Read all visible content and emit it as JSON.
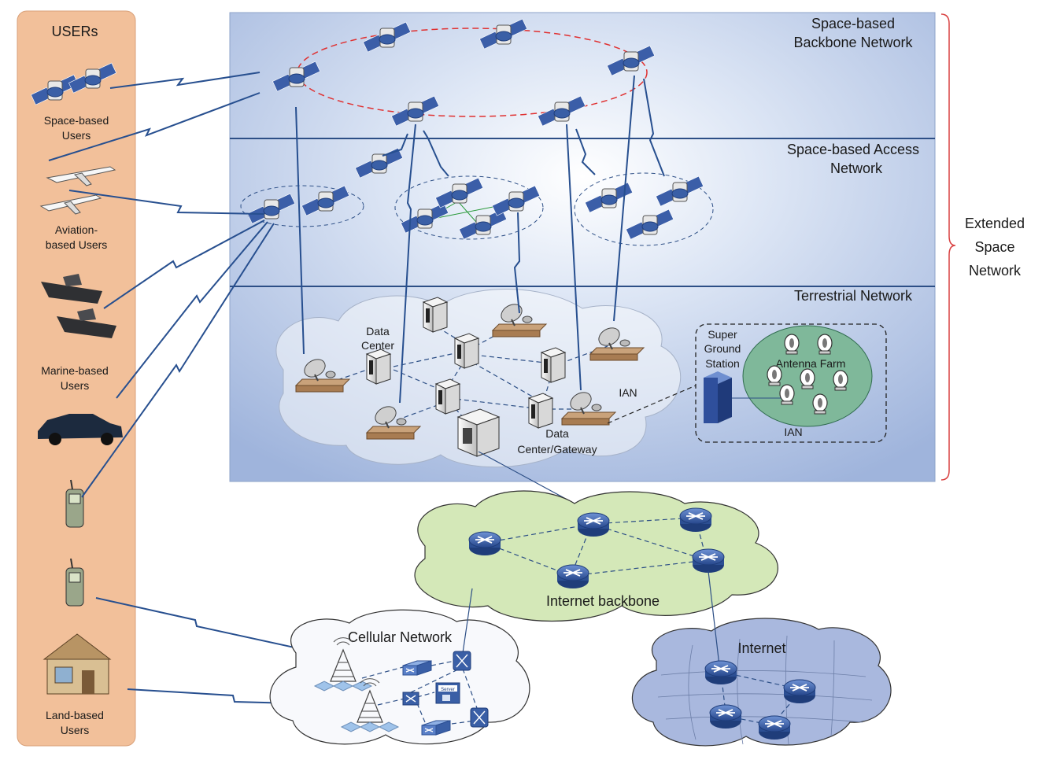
{
  "users_panel": {
    "title": "USERs",
    "groups": [
      {
        "label_lines": [
          "Space-based",
          "Users"
        ]
      },
      {
        "label_lines": [
          "Aviation-",
          "based Users"
        ]
      },
      {
        "label_lines": [
          "Marine-based",
          "Users"
        ]
      },
      {
        "label_lines": [
          "Land-based",
          "Users"
        ]
      }
    ]
  },
  "layers": {
    "backbone": [
      "Space-based",
      "Backbone Network"
    ],
    "access": [
      "Space-based Access",
      "Network"
    ],
    "terrestrial": "Terrestrial Network"
  },
  "bracket_label": [
    "Extended",
    "Space",
    "Network"
  ],
  "terrestrial_labels": {
    "data_center": [
      "Data",
      "Center"
    ],
    "data_center_gateway": [
      "Data",
      "Center/Gateway"
    ],
    "ian_1": "IAN",
    "super_ground_station": [
      "Super",
      "Ground",
      "Station"
    ],
    "antenna_farm": "Antenna Farm",
    "ian_2": "IAN"
  },
  "clouds": {
    "internet_backbone": "Internet backbone",
    "cellular": "Cellular Network",
    "internet": "Internet",
    "server": "Server"
  },
  "colors": {
    "panel": "#f2c09a",
    "space_bg": "#b9c9e6",
    "backbone_cloud": "#d4e8b8",
    "internet_cloud": "#a9b8de",
    "router": "#3a5fa6",
    "link": "#274f8f",
    "ring": "#e03030",
    "bracket": "#d94040"
  }
}
